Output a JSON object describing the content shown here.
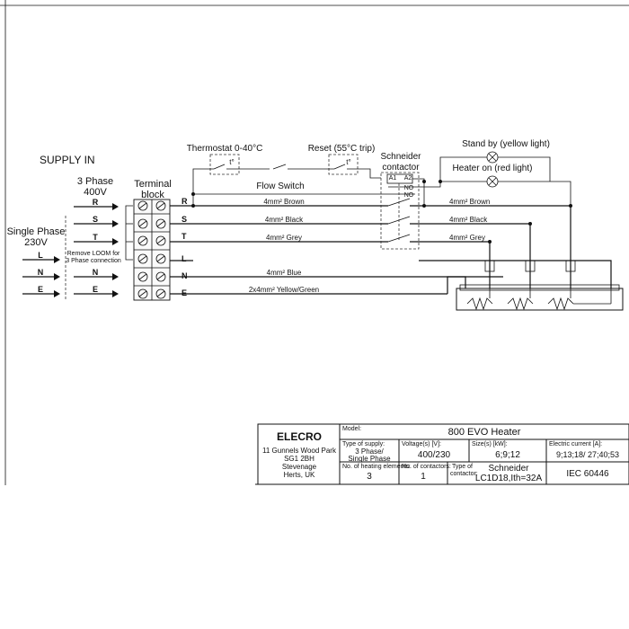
{
  "labels": {
    "supply_in": "SUPPLY IN",
    "three_phase_line1": "3 Phase",
    "three_phase_line2": "400V",
    "single_phase_line1": "Single Phase",
    "single_phase_line2": "230V",
    "terminal_block_line1": "Terminal",
    "terminal_block_line2": "block",
    "thermostat": "Thermostat 0-40°C",
    "reset": "Reset (55°C trip)",
    "flow_switch": "Flow Switch",
    "contactor_line1": "Schneider",
    "contactor_line2": "contactor",
    "standby_light": "Stand by (yellow light)",
    "heater_on_light": "Heater on (red light)",
    "remove_loom_line1": "Remove LOOM for",
    "remove_loom_line2": "3 Phase connection",
    "temp_symbol": "t°",
    "a1": "A1",
    "a2": "A2",
    "no1": "NO",
    "no2": "NO"
  },
  "supply": {
    "three_phase": [
      "R",
      "S",
      "T"
    ],
    "single_phase": [
      "L",
      "N",
      "E"
    ]
  },
  "terminal_outputs": [
    "R",
    "S",
    "T",
    "L",
    "N",
    "E"
  ],
  "wires": {
    "w1": "4mm² Brown",
    "w2": "4mm² Black",
    "w3": "4mm² Grey",
    "w4": "4mm² Blue",
    "w5": "2x4mm² Yellow/Green",
    "w1b": "4mm² Brown",
    "w2b": "4mm² Black",
    "w3b": "4mm² Grey"
  },
  "title_block": {
    "company": "ELECRO",
    "address": [
      "11 Gunnels Wood Park",
      "SG1 2BH",
      "Stevenage",
      "Herts, UK"
    ],
    "model_label": "Model:",
    "model_value": "800 EVO Heater",
    "supply_type_label": "Type of supply:",
    "supply_type_value1": "3 Phase/",
    "supply_type_value2": "Single Phase",
    "voltage_label": "Voltage(s) [V]:",
    "voltage_value": "400/230",
    "size_label": "Size(s) [kW]:",
    "size_value": "6;9;12",
    "current_label": "Electric current [A]:",
    "current_value": "9;13;18/ 27;40;53",
    "elements_label": "No. of heating elements:",
    "elements_value": "3",
    "contactors_label": "No. of contactors:",
    "contactors_value": "1",
    "contactor_type_label1": "Type of",
    "contactor_type_label2": "contactor:",
    "contactor_type_value1": "Schneider",
    "contactor_type_value2": "LC1D18,Ith=32A",
    "standard_value": "IEC 60446"
  }
}
